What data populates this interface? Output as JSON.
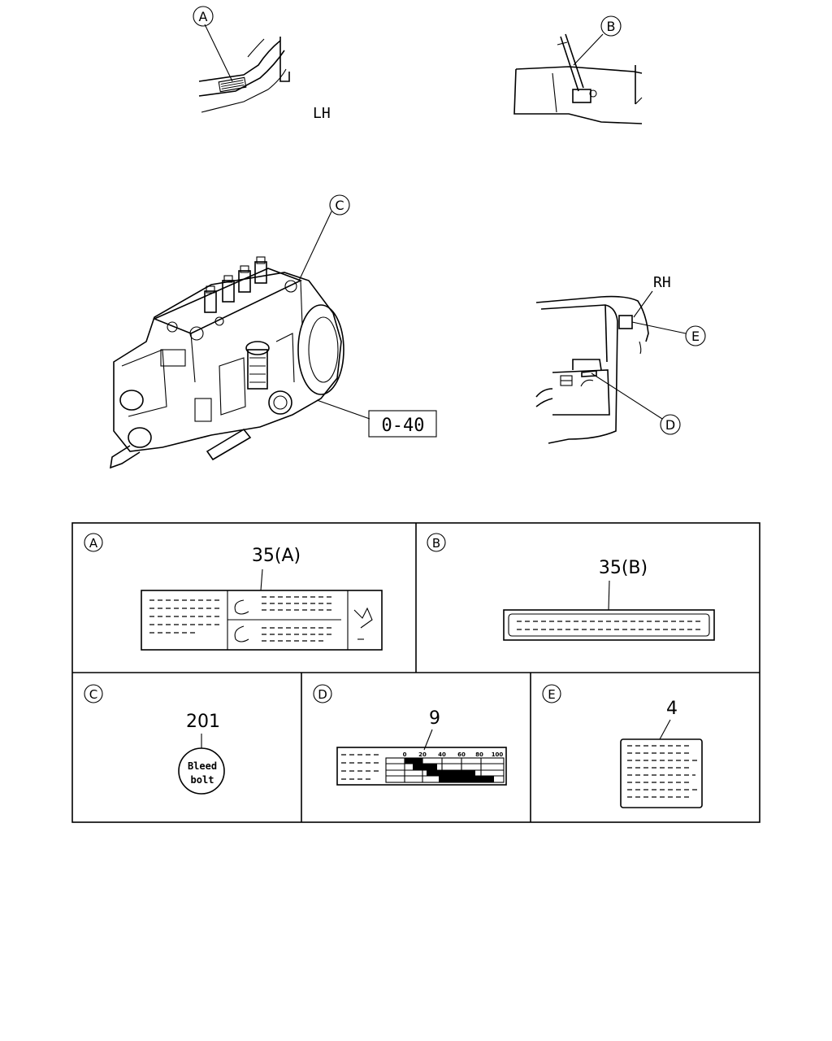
{
  "callouts": {
    "a": "A",
    "b": "B",
    "c": "C",
    "d": "D",
    "e": "E"
  },
  "side_labels": {
    "lh": "LH",
    "rh": "RH"
  },
  "ref_box": "0-40",
  "panels": [
    {
      "key": "A",
      "part": "35(A)"
    },
    {
      "key": "B",
      "part": "35(B)"
    },
    {
      "key": "C",
      "part": "201",
      "label_line1": "Bleed",
      "label_line2": "bolt"
    },
    {
      "key": "D",
      "part": "9",
      "scale": [
        "0",
        "20",
        "40",
        "60",
        "80",
        "100"
      ]
    },
    {
      "key": "E",
      "part": "4"
    }
  ]
}
